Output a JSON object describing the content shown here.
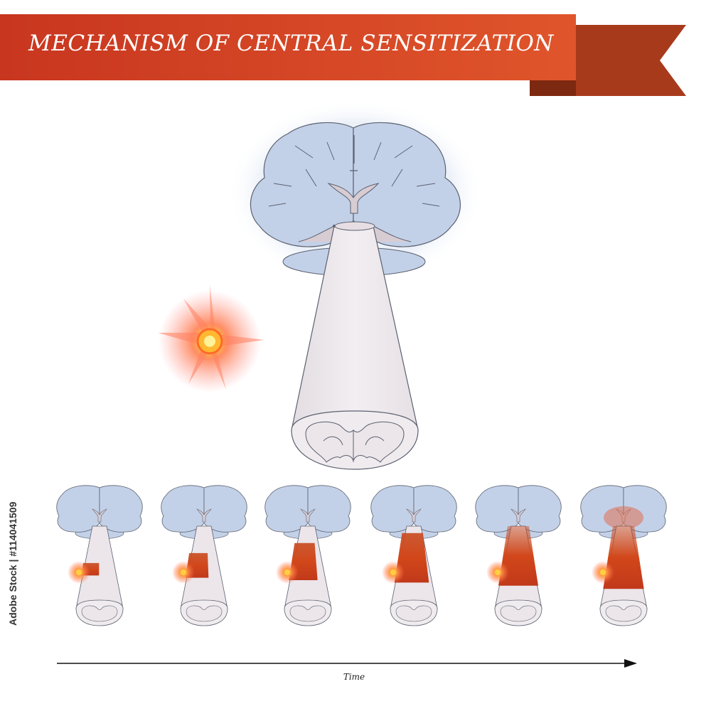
{
  "title": "MECHANISM OF CENTRAL SENSITIZATION",
  "axis": {
    "label": "Time"
  },
  "watermark": "Adobe Stock | #114041509",
  "colors": {
    "banner_light": "#d64626",
    "banner_dark": "#a83a1c",
    "brain": "#c3d1e8",
    "cord": "#ece6ea",
    "pain_glow": "#ffc83a",
    "sensitization": "#d2471a"
  },
  "icons": {
    "stimulus": "pain-starburst-icon",
    "brain": "brain-coronal-section",
    "cord": "spinal-cord-cylinder"
  },
  "stages": [
    {
      "stage": 1,
      "sensitization_level": 0.15
    },
    {
      "stage": 2,
      "sensitization_level": 0.3
    },
    {
      "stage": 3,
      "sensitization_level": 0.45
    },
    {
      "stage": 4,
      "sensitization_level": 0.6
    },
    {
      "stage": 5,
      "sensitization_level": 0.8
    },
    {
      "stage": 6,
      "sensitization_level": 1.0
    }
  ]
}
